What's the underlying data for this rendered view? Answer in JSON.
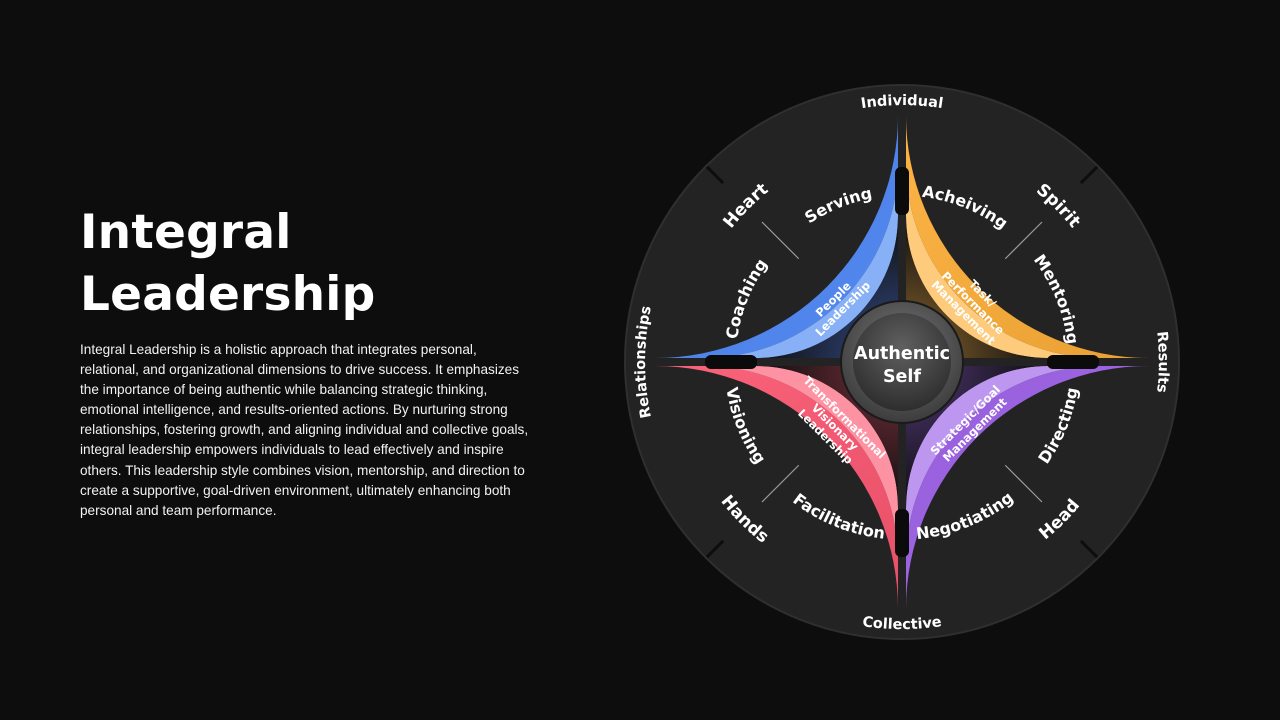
{
  "title_line1": "Integral",
  "title_line2": "Leadership",
  "description": "Integral Leadership is a holistic approach that integrates personal, relational, and organizational dimensions to drive success. It emphasizes the importance of being authentic while balancing strategic thinking, emotional intelligence, and results-oriented actions. By nurturing strong relationships, fostering growth, and aligning individual and collective goals, integral leadership empowers individuals to lead effectively and inspire others. This leadership style combines vision, mentorship, and direction to create a supportive, goal-driven environment, ultimately enhancing both personal and team performance.",
  "wheel": {
    "center": [
      "Authentic",
      "Self"
    ],
    "outer_ring": {
      "top": "Individual",
      "right": "Results",
      "bottom": "Collective",
      "left": "Relationships"
    },
    "quadrants": [
      {
        "id": "top-left",
        "outer_label": "Heart",
        "middle_labels": [
          "Serving",
          "Coaching"
        ],
        "inner_lines": [
          "People",
          "Leadership"
        ],
        "colors": {
          "outer": "#4b83ef",
          "middle": "#88b0f6",
          "inner": "#2a3b66"
        }
      },
      {
        "id": "top-right",
        "outer_label": "Spirit",
        "middle_labels": [
          "Acheiving",
          "Mentoring"
        ],
        "inner_lines": [
          "Task/",
          "Performance",
          "Management"
        ],
        "colors": {
          "outer": "#fdae36",
          "middle": "#fecb7c",
          "inner": "#6b4f26"
        }
      },
      {
        "id": "bottom-right",
        "outer_label": "Head",
        "middle_labels": [
          "Directing",
          "Negotiating"
        ],
        "inner_lines": [
          "Strategic/Goal",
          "Management"
        ],
        "colors": {
          "outer": "#9e63e6",
          "middle": "#bd96f0",
          "inner": "#3f2d5a"
        }
      },
      {
        "id": "bottom-left",
        "outer_label": "Hands",
        "middle_labels": [
          "Facilitation",
          "Visioning"
        ],
        "inner_lines": [
          "Transformational",
          "Visionary",
          "Leadership"
        ],
        "colors": {
          "outer": "#fc5671",
          "middle": "#fd92a3",
          "inner": "#5c2730"
        }
      }
    ]
  }
}
